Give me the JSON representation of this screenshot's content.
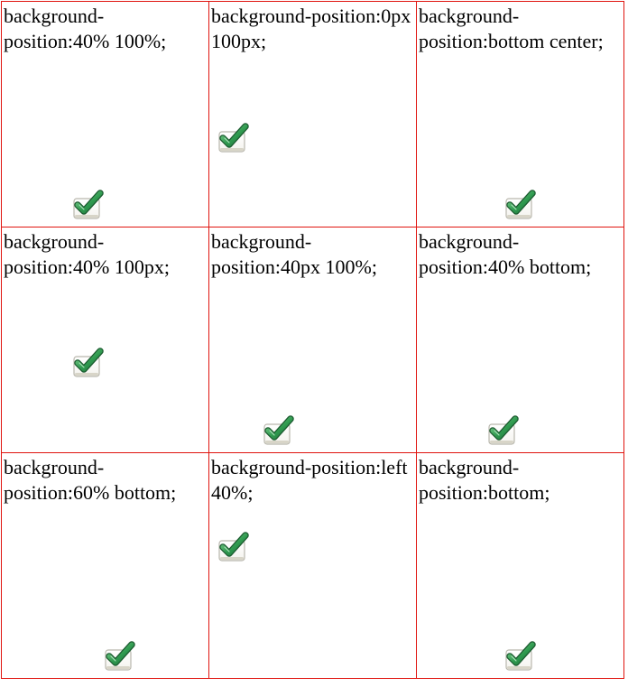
{
  "cells": [
    {
      "label": "background-position:40% 100%;"
    },
    {
      "label": "background-position:0px 100px;"
    },
    {
      "label": "background-position:bottom center;"
    },
    {
      "label": "background-position:40% 100px;"
    },
    {
      "label": "background-position:40px 100%;"
    },
    {
      "label": "background-position:40% bottom;"
    },
    {
      "label": "background-position:60% bottom;"
    },
    {
      "label": "background-position:left 40%;"
    },
    {
      "label": "background-position:bottom;"
    }
  ],
  "icon": "check-mark-icon",
  "colors": {
    "border": "#e0140f",
    "check_green": "#2f9a4f",
    "box_light": "#f4f3ee"
  }
}
